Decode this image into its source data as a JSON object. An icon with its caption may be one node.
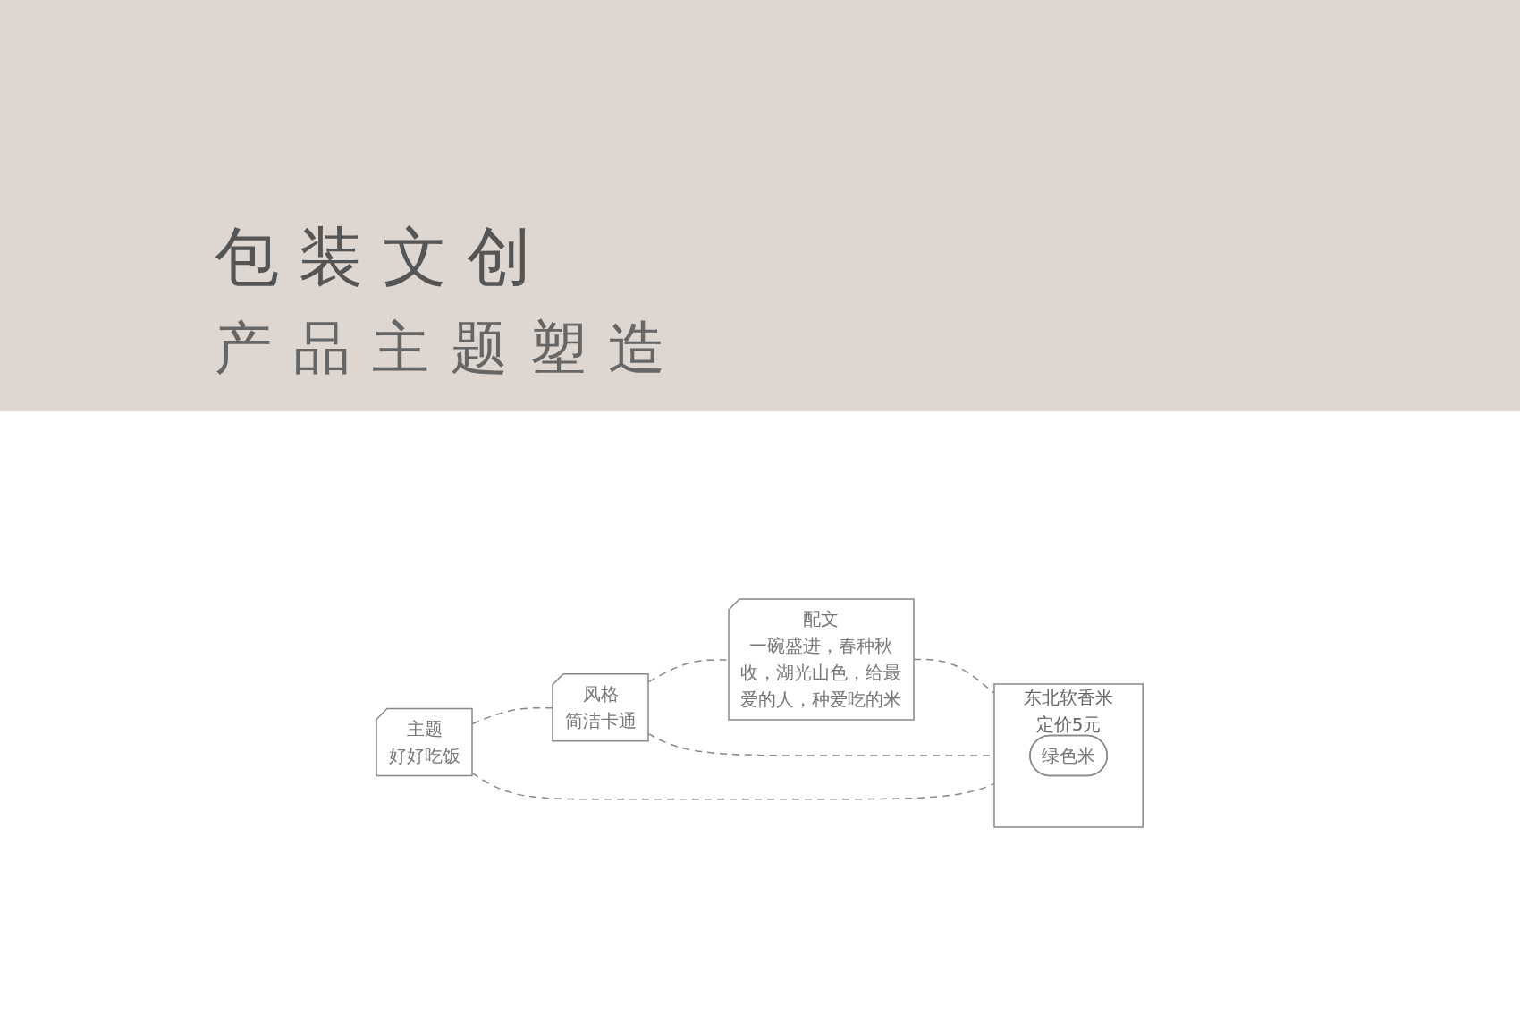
{
  "diagram": {
    "title": "包装文创",
    "nodes": [
      {
        "text": [
          "主题",
          "好好吃饭"
        ]
      },
      {
        "text": [
          "风格",
          "简洁卡通"
        ]
      },
      {
        "text": [
          "配文",
          "一碗盛进，春种秋收，湖光山色，给最爱的人，种爱吃的米"
        ]
      },
      {
        "text": [
          "东北软香米",
          "定价5元"
        ]
      },
      {
        "text": [
          "绿色米"
        ],
        "in": 3
      }
    ],
    "edges": [
      {
        "from": 0,
        "to": 1,
        "arrow": "none",
        "style": "dashed"
      },
      {
        "from": 1,
        "to": 2,
        "arrow": "none",
        "style": "dashed"
      },
      {
        "from": 2,
        "to": 3,
        "arrow": "none",
        "style": "dashed"
      },
      {
        "from": 0,
        "to": 3,
        "arrow": "none",
        "style": "dashed"
      },
      {
        "from": 1,
        "to": 3,
        "arrow": "none",
        "style": "dashed"
      }
    ],
    "labels": [
      "产品主题塑造"
    ]
  }
}
